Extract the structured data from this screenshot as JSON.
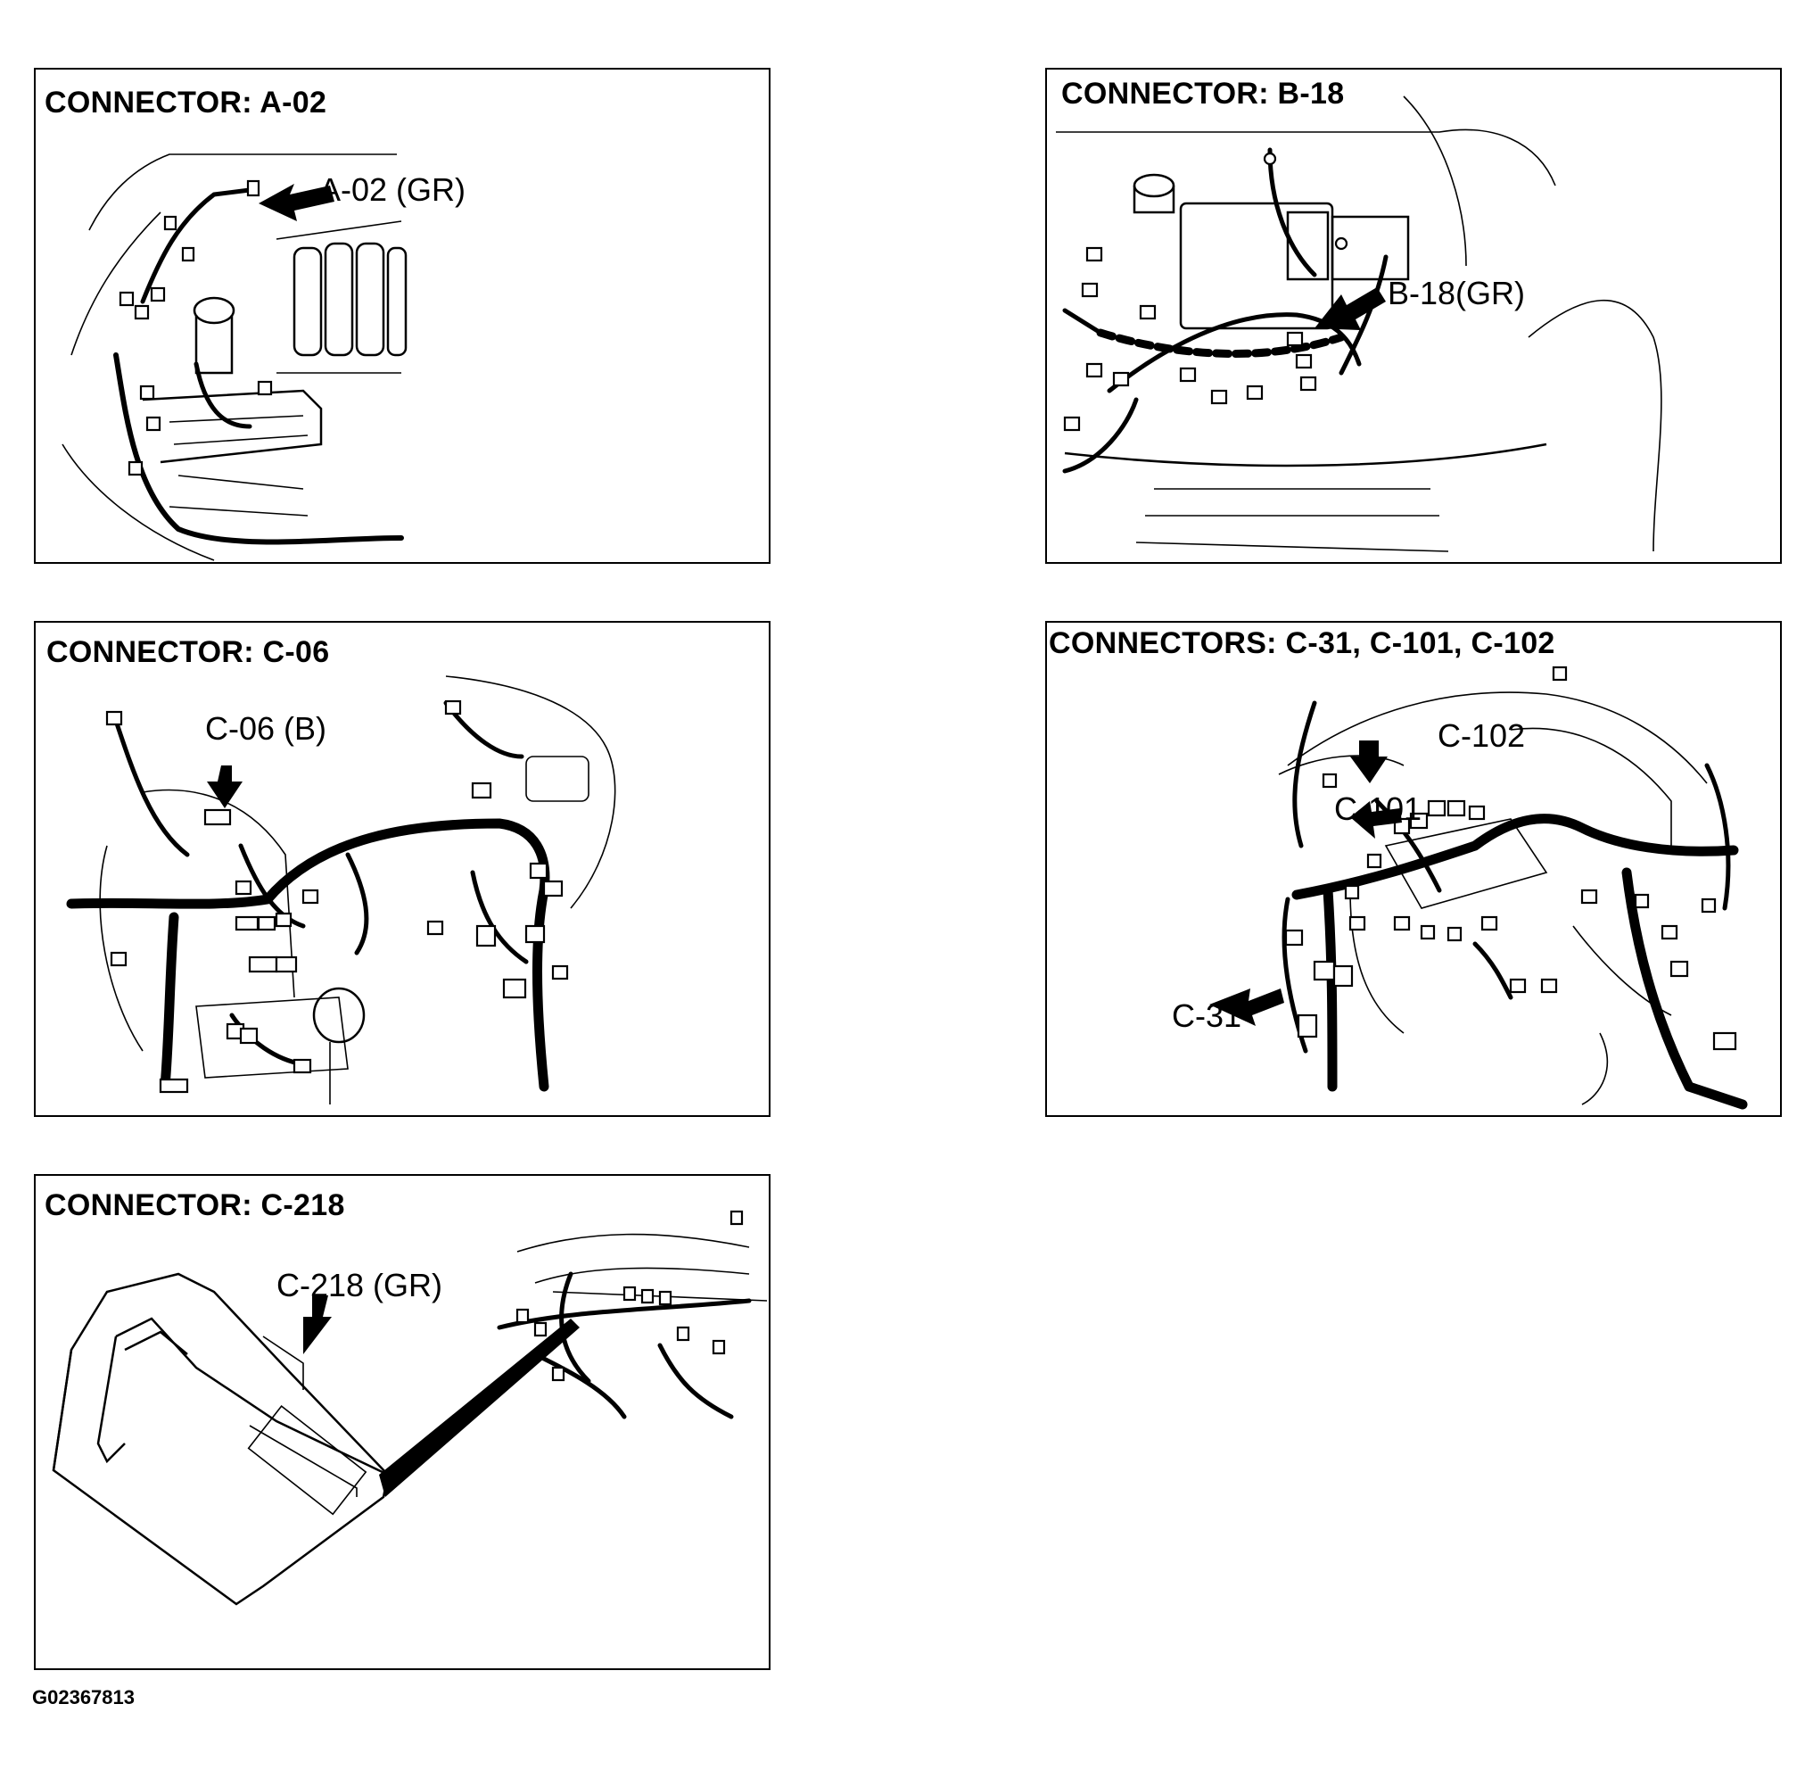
{
  "panels": {
    "a02": {
      "title": "CONNECTOR: A-02",
      "callouts": [
        "A-02 (GR)"
      ]
    },
    "b18": {
      "title": "CONNECTOR: B-18",
      "callouts": [
        "B-18(GR)"
      ]
    },
    "c06": {
      "title": "CONNECTOR: C-06",
      "callouts": [
        "C-06 (B)"
      ]
    },
    "c31": {
      "title": "CONNECTORS: C-31, C-101, C-102",
      "callouts": [
        "C-102",
        "C-101",
        "C-31"
      ]
    },
    "c218": {
      "title": "CONNECTOR: C-218",
      "callouts": [
        "C-218 (GR)"
      ]
    }
  },
  "figure_id": "G02367813"
}
